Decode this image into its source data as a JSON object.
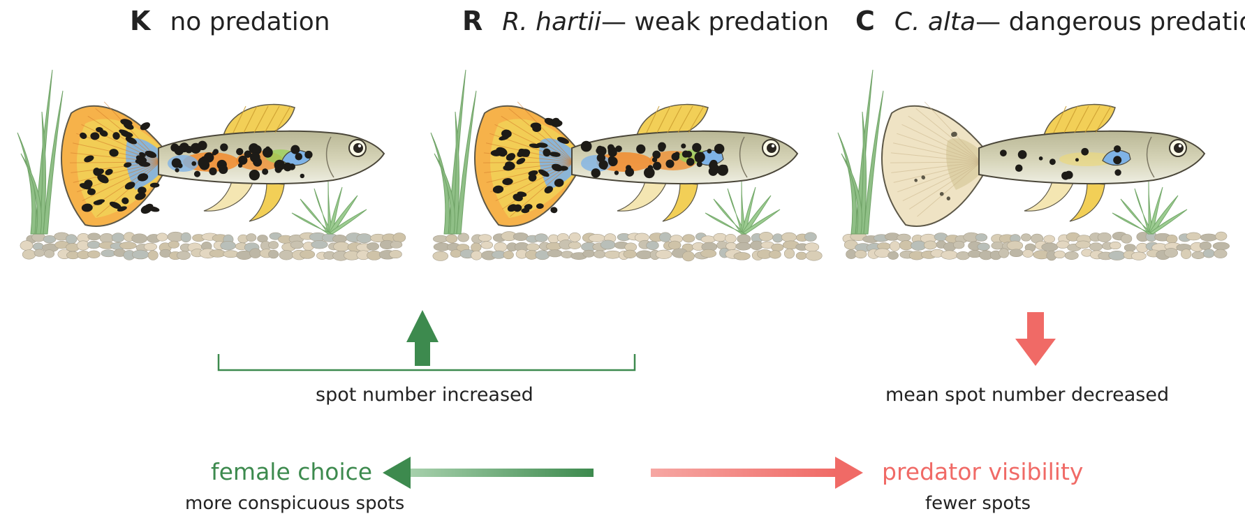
{
  "panels": [
    {
      "letter": "K",
      "species": "",
      "title": "no predation",
      "spotting": "high"
    },
    {
      "letter": "R",
      "species": "R. hartii",
      "title": " — weak predation",
      "spotting": "high"
    },
    {
      "letter": "C",
      "species": "C. alta",
      "title": " — dangerous predation",
      "spotting": "low"
    }
  ],
  "effects": {
    "increase_label": "spot number increased",
    "decrease_label": "mean spot number decreased"
  },
  "forces": {
    "left_title": "female choice",
    "left_sub": "more conspicuous spots",
    "right_title": "predator visibility",
    "right_sub": "fewer spots"
  },
  "colors": {
    "green": "#3d8a4e",
    "red": "#f06a66",
    "orange": "#f28b2b",
    "blue": "#7fb3e6",
    "yellow": "#f2cf57",
    "body": "#c8c6a4"
  },
  "icons": [
    "up-arrow-icon",
    "down-arrow-icon",
    "left-arrow-icon",
    "right-arrow-icon",
    "plant-icon",
    "pebble-icon"
  ]
}
